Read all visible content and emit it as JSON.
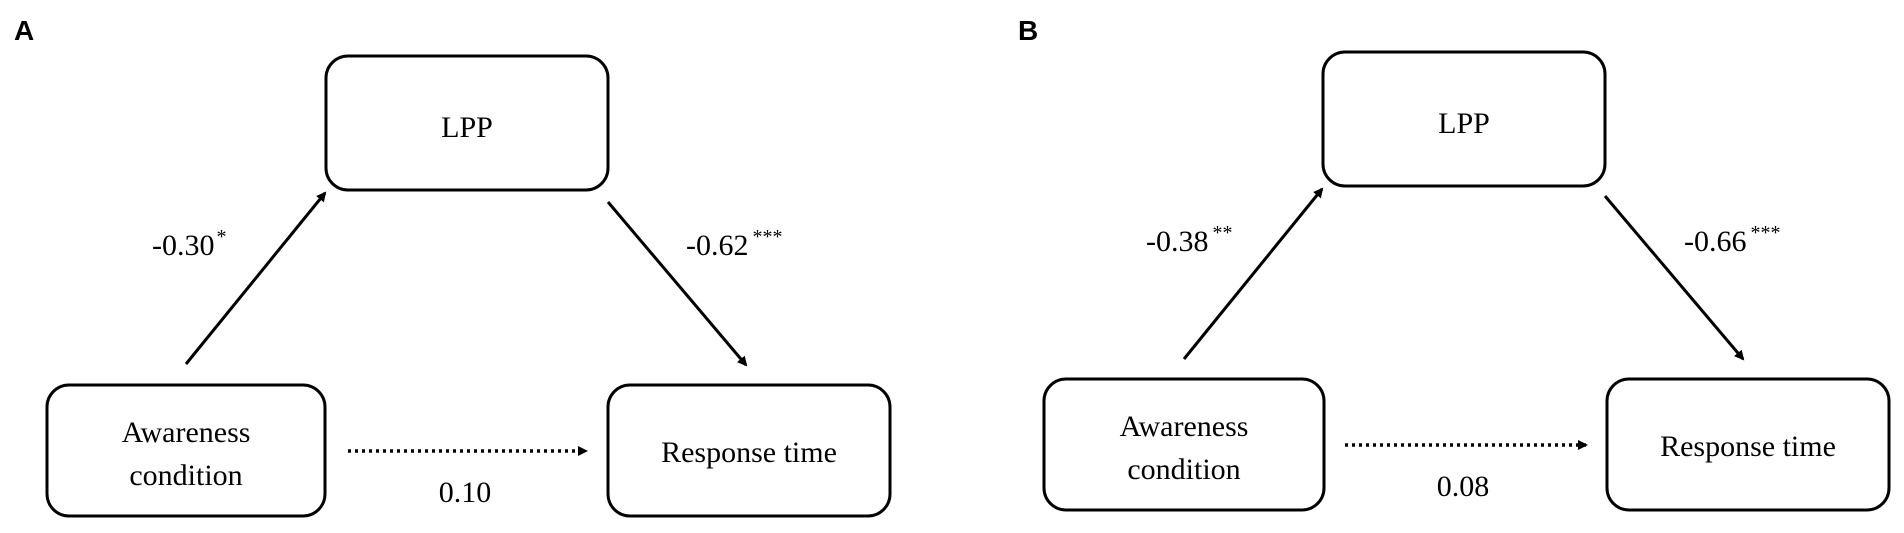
{
  "panels": [
    {
      "label": "A",
      "mediator": "LPP",
      "predictor_line1": "Awareness",
      "predictor_line2": "condition",
      "outcome": "Response time",
      "path_a": {
        "value": "-0.30",
        "sig": "*"
      },
      "path_b": {
        "value": "-0.62",
        "sig": "***"
      },
      "path_c": {
        "value": "0.10",
        "sig": ""
      }
    },
    {
      "label": "B",
      "mediator": "LPP",
      "predictor_line1": "Awareness",
      "predictor_line2": "condition",
      "outcome": "Response time",
      "path_a": {
        "value": "-0.38",
        "sig": "**"
      },
      "path_b": {
        "value": "-0.66",
        "sig": "***"
      },
      "path_c": {
        "value": "0.08",
        "sig": ""
      }
    }
  ],
  "colors": {
    "stroke": "#000000",
    "background": "#ffffff"
  }
}
